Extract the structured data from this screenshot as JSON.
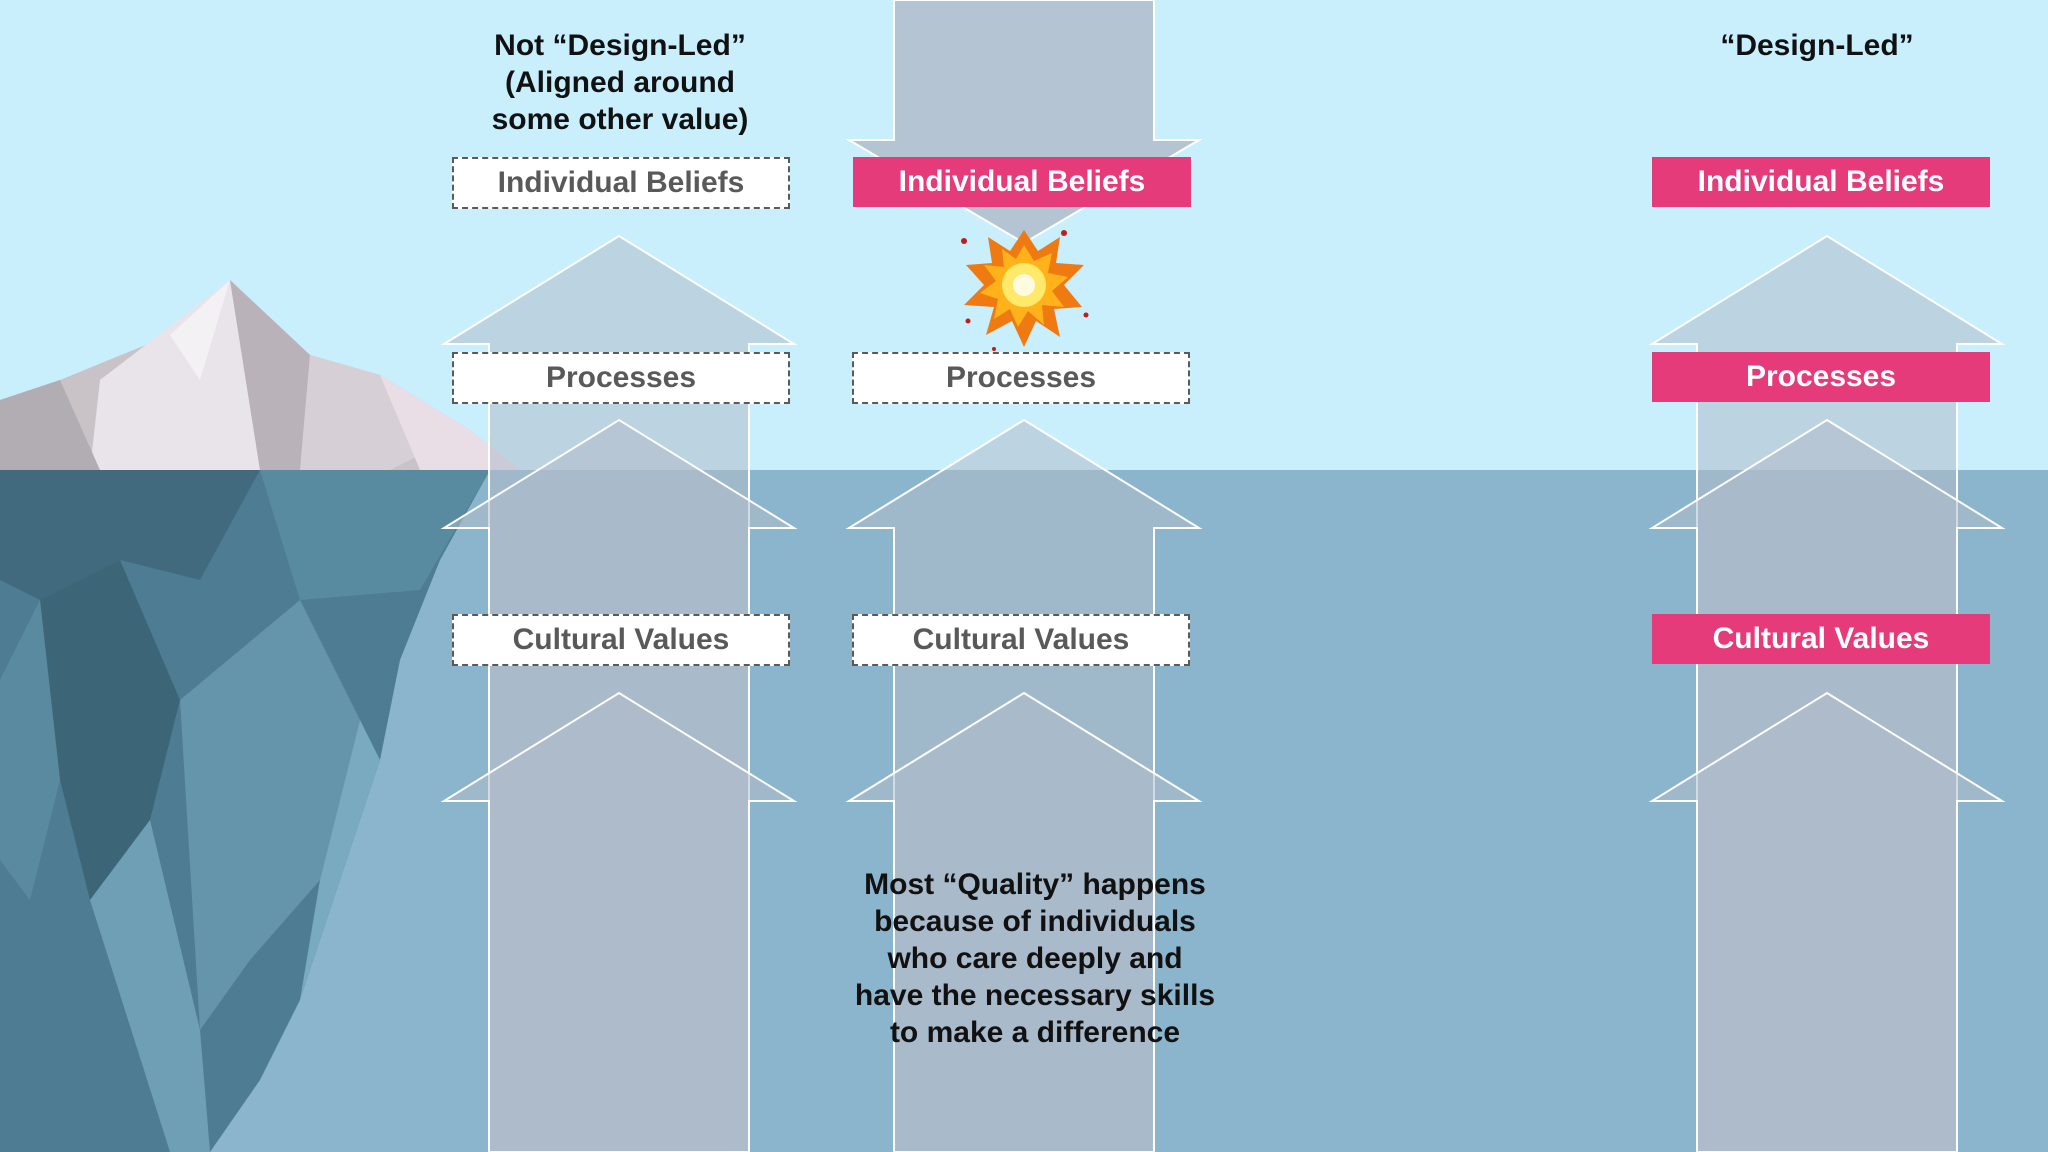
{
  "slide": {
    "colors": {
      "sky": "#c9effd",
      "water": "#8ab5cc",
      "arrow_fill": "#b0bccb",
      "arrow_outline": "#ffffff",
      "highlight": "#e63b7a",
      "text": "#111111"
    },
    "columns": {
      "not_design_led": {
        "title_lines": [
          "Not “Design-Led”",
          "(Aligned around",
          "some other value)"
        ],
        "boxes": {
          "individual_beliefs": "Individual Beliefs",
          "processes": "Processes",
          "cultural_values": "Cultural Values"
        }
      },
      "middle": {
        "boxes": {
          "individual_beliefs": "Individual Beliefs",
          "processes": "Processes",
          "cultural_values": "Cultural Values"
        },
        "note_lines": [
          "Most “Quality” happens",
          "because of individuals",
          "who care deeply and",
          "have the necessary skills",
          "to make a difference"
        ]
      },
      "design_led": {
        "title": "“Design-Led”",
        "boxes": {
          "individual_beliefs": "Individual Beliefs",
          "processes": "Processes",
          "cultural_values": "Cultural Values"
        }
      }
    },
    "icons": {
      "iceberg": "iceberg-illustration",
      "explosion": "explosion-icon",
      "arrow": "up-arrow-icon"
    }
  }
}
